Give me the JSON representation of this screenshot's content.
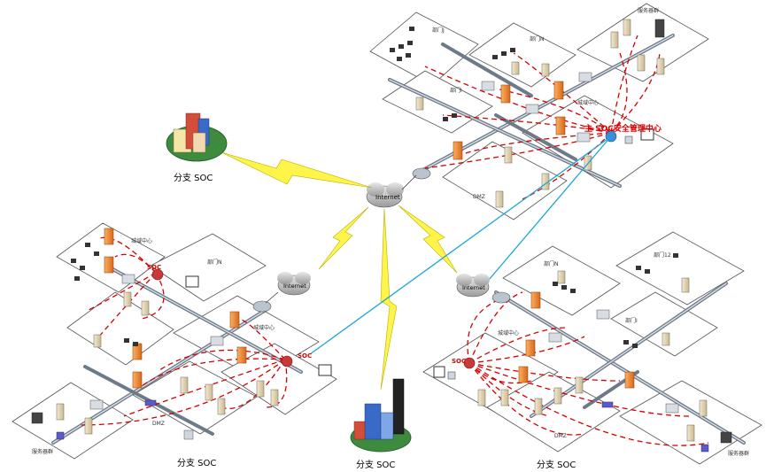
{
  "labels": {
    "internet": "Internet",
    "branch_soc": "分支  SOC",
    "main_soc": "主 SOC安全管理中心",
    "soc": "SOC",
    "dept_j": "部门J",
    "dept_n": "部门N",
    "dept_i": "部门I",
    "dept_12": "部门12",
    "dmz": "DMZ",
    "server_farm": "服务器群",
    "vlan_core": "城域中心"
  },
  "colors": {
    "zone_border": "#555555",
    "backbone": "#6d7a8a",
    "threat_link": "#d60000",
    "wan_link": "#1aa6d8",
    "lightning": "#fff44a",
    "firewall": "#f08a2c",
    "cloud": "#c9c9c9",
    "router": "#b9c4cf"
  }
}
